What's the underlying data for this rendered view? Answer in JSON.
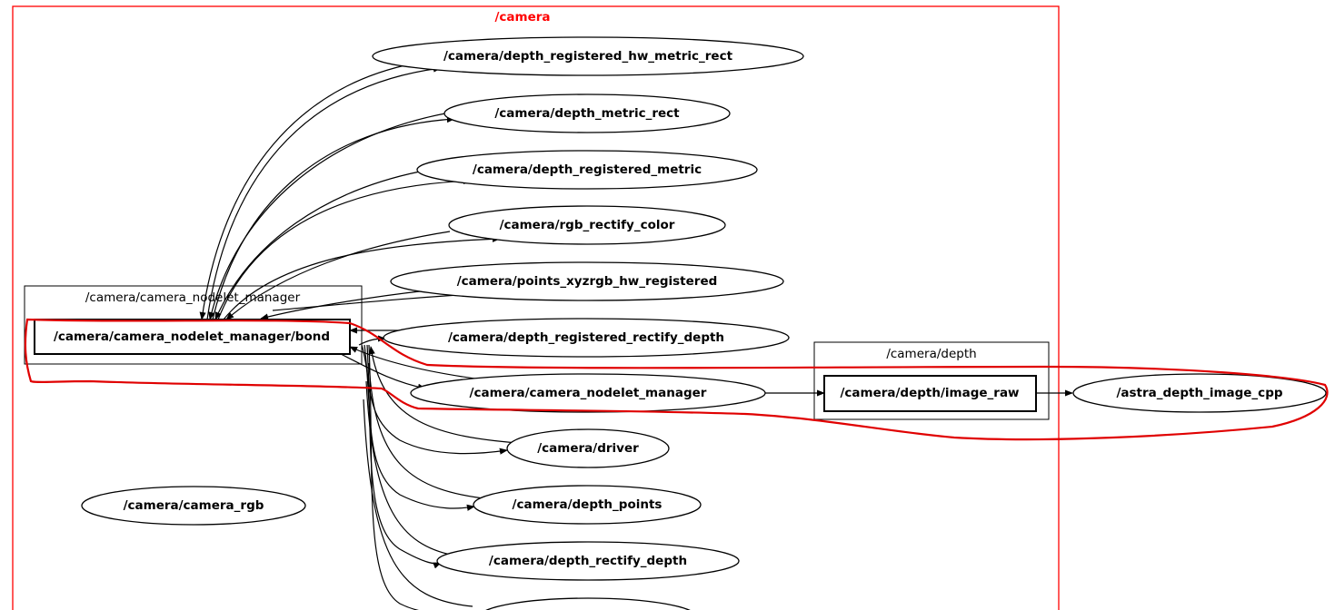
{
  "graph": {
    "clusters": {
      "camera": "/camera",
      "camera_nodelet_manager": "/camera/camera_nodelet_manager",
      "camera_depth": "/camera/depth"
    },
    "nodes": {
      "depth_registered_hw_metric_rect": "/camera/depth_registered_hw_metric_rect",
      "depth_metric_rect": "/camera/depth_metric_rect",
      "depth_registered_metric": "/camera/depth_registered_metric",
      "rgb_rectify_color": "/camera/rgb_rectify_color",
      "points_xyzrgb_hw_registered": "/camera/points_xyzrgb_hw_registered",
      "depth_registered_rectify_depth": "/camera/depth_registered_rectify_depth",
      "bond": "/camera/camera_nodelet_manager/bond",
      "camera_nodelet_manager": "/camera/camera_nodelet_manager",
      "depth_image_raw": "/camera/depth/image_raw",
      "astra_depth_image_cpp": "/astra_depth_image_cpp",
      "driver": "/camera/driver",
      "depth_points": "/camera/depth_points",
      "depth_rectify_depth": "/camera/depth_rectify_depth",
      "camera_rgb": "/camera/camera_rgb"
    },
    "colors": {
      "cluster_camera": "#ff0000",
      "annotation": "#e00000",
      "ink": "#000000"
    }
  }
}
